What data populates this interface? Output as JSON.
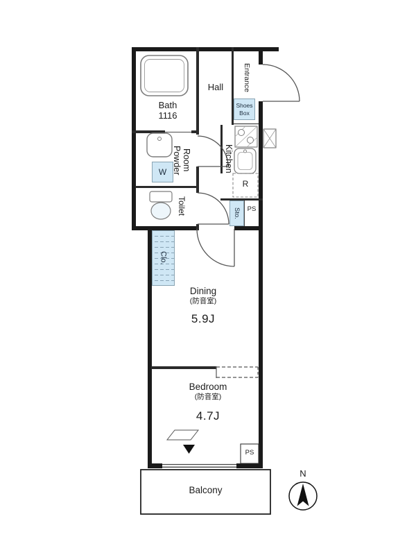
{
  "rooms": {
    "bath": {
      "label": "Bath",
      "size": "1116"
    },
    "hall": {
      "label": "Hall"
    },
    "entrance": {
      "label": "Entrance"
    },
    "shoes_box": {
      "line1": "Shoes",
      "line2": "Box"
    },
    "kitchen": {
      "label": "Kitchen"
    },
    "powder_room": {
      "line1": "Powder",
      "line2": "Room"
    },
    "washer": {
      "label": "W"
    },
    "toilet": {
      "label": "Toilet"
    },
    "storage": {
      "label": "Sto."
    },
    "ps_upper": {
      "label": "PS"
    },
    "closet": {
      "label": "Clo."
    },
    "fridge": {
      "label": "R"
    },
    "dining": {
      "label": "Dining",
      "soundproof": "(防音室)",
      "area": "5.9J"
    },
    "bedroom": {
      "label": "Bedroom",
      "soundproof": "(防音室)",
      "area": "4.7J"
    },
    "ps_lower": {
      "label": "PS"
    },
    "balcony": {
      "label": "Balcony"
    }
  },
  "compass": {
    "north_label": "N"
  },
  "colors": {
    "wall": "#1a1a1a",
    "fixture_blue": "#cfe7f5",
    "fixture_line": "#777777"
  }
}
